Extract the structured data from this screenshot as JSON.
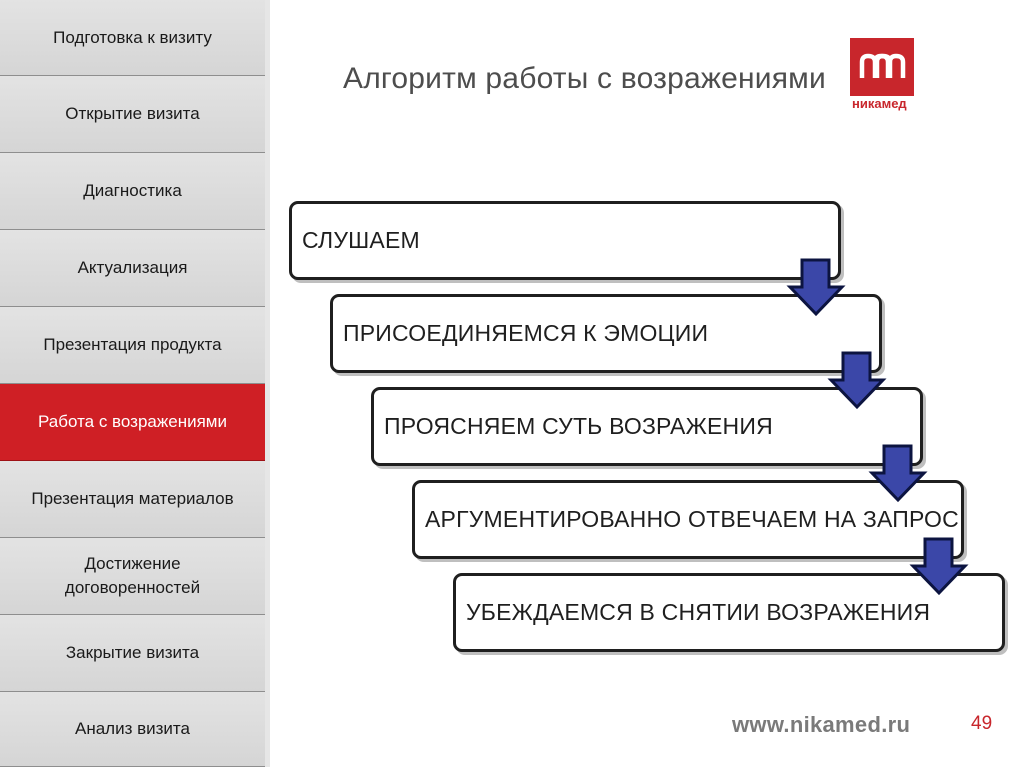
{
  "sidebar": {
    "items": [
      {
        "label": "Подготовка к визиту",
        "active": false
      },
      {
        "label": "Открытие визита",
        "active": false
      },
      {
        "label": "Диагностика",
        "active": false
      },
      {
        "label": "Актуализация",
        "active": false
      },
      {
        "label": "Презентация продукта",
        "active": false
      },
      {
        "label": "Работа с возражениями",
        "active": true
      },
      {
        "label": "Презентация материалов",
        "active": false
      },
      {
        "label": "Достижение договоренностей",
        "active": false
      },
      {
        "label": "Закрытие визита",
        "active": false
      },
      {
        "label": "Анализ визита",
        "active": false
      }
    ]
  },
  "header": {
    "title": "Алгоритм работы с возражениями"
  },
  "logo": {
    "mark": "m",
    "text": "никамед"
  },
  "steps": [
    {
      "text": "СЛУШАЕМ"
    },
    {
      "text": "ПРИСОЕДИНЯЕМСЯ К ЭМОЦИИ"
    },
    {
      "text": "ПРОЯСНЯЕМ СУТЬ ВОЗРАЖЕНИЯ"
    },
    {
      "text": "АРГУМЕНТИРОВАННО ОТВЕЧАЕМ НА ЗАПРОС"
    },
    {
      "text": "УБЕЖДАЕМСЯ В СНЯТИИ ВОЗРАЖЕНИЯ"
    }
  ],
  "footer": {
    "url": "www.nikamed.ru",
    "page_number": "49"
  },
  "colors": {
    "accent": "#c8262c",
    "active_nav": "#cf1f25",
    "arrow_fill": "#3b47a8",
    "arrow_stroke": "#0c1440"
  }
}
